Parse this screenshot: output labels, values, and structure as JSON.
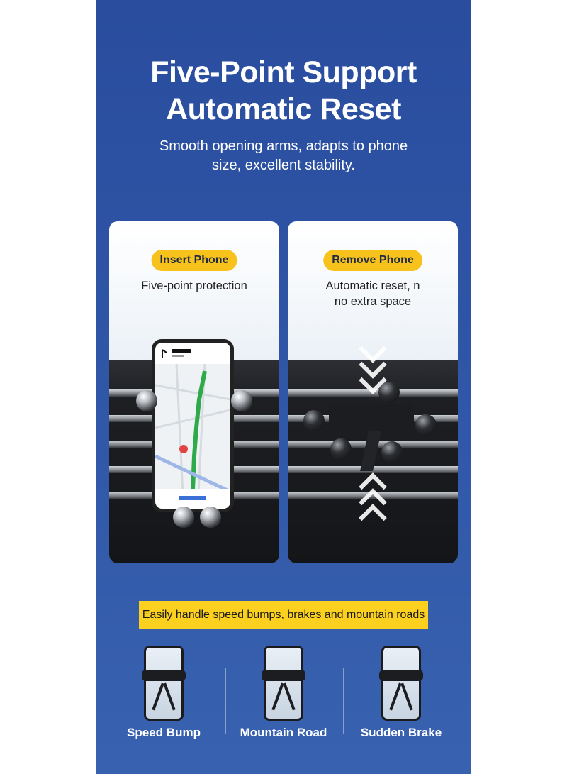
{
  "header": {
    "title_line1": "Five-Point Support",
    "title_line2": "Automatic Reset",
    "subtitle_line1": "Smooth opening arms, adapts to phone",
    "subtitle_line2": "size, excellent stability."
  },
  "cards": [
    {
      "pill": "Insert Phone",
      "text_line1": "Five-point protection",
      "text_line2": ""
    },
    {
      "pill": "Remove Phone",
      "text_line1": "Automatic reset, n",
      "text_line2": "no extra space"
    }
  ],
  "bar": {
    "text": "Easily handle speed bumps, brakes and mountain roads"
  },
  "scenarios": [
    {
      "label": "Speed Bump"
    },
    {
      "label": "Mountain Road"
    },
    {
      "label": "Sudden Brake"
    }
  ],
  "colors": {
    "banner": "#2f55a6",
    "accent": "#f7c21c",
    "bar": "#fbd01e"
  }
}
